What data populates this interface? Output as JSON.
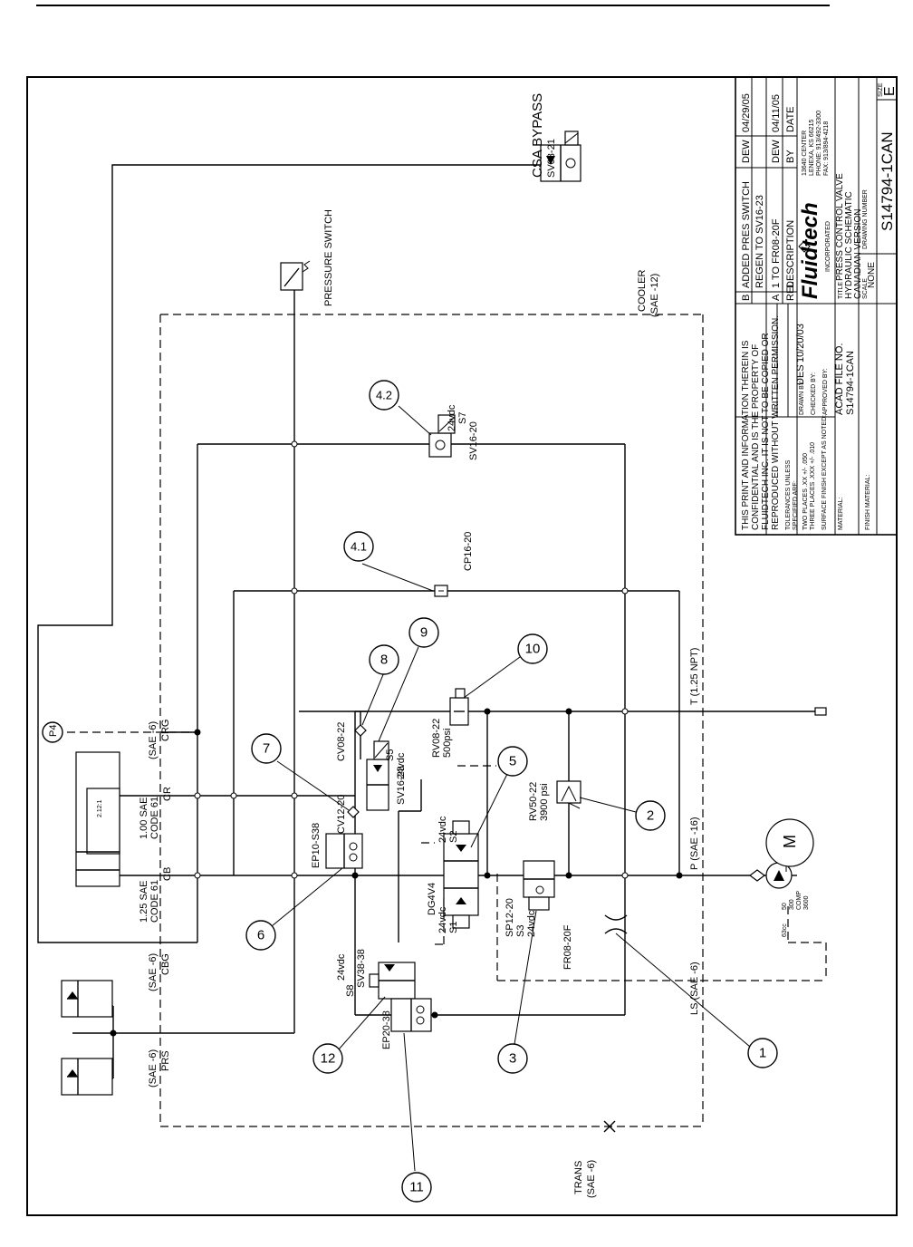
{
  "labels": {
    "csa_bypass": "CSA BYPASS",
    "sv08_21": "SV08-21",
    "pressure_switch": "PRESSURE SWITCH",
    "cooler": "COOLER",
    "cooler_sae": "(SAE -12)",
    "trans": "TRANS",
    "trans_sae": "(SAE -6)",
    "t_port": "T (1.25 NPT)",
    "p_port": "P (SAE -16)",
    "ls_port": "LS (SAE -6)",
    "p4": "P4",
    "cyl_ratio": "2.12:1",
    "crg_sae": "(SAE -6)",
    "crg": "CRG",
    "cr_size": "1.00 SAE",
    "cr_code": "CODE 61",
    "cr": "CR",
    "cb_size": "1.25 SAE",
    "cb_code": "CODE 61",
    "cb": "CB",
    "cbg_sae": "(SAE -6)",
    "cbg": "CBG",
    "prs_sae": "(SAE -6)",
    "prs": "PRS",
    "cp16_20": "CP16-20",
    "sv16_20": "SV16-20",
    "s7": "S7",
    "v24_a": "24vdc",
    "cv08_22": "CV08-22",
    "sv16_23": "SV16-23",
    "s5": "S5",
    "v24_b": "24vdc",
    "rv08_22": "RV08-22",
    "psi500": "500psi",
    "cv12_20": "CV12-20",
    "ep10_s38": "EP10-S38",
    "dg4v4": "DG4V4",
    "v24_c": "24vdc",
    "v24_d": "24vdc",
    "s1": "S1",
    "s2": "S2",
    "rv50_22": "RV50-22",
    "psi3900": "3900 psi",
    "sp12_20": "SP12-20",
    "s3": "S3",
    "v24_e": "24vdc",
    "fr08_20f": "FR08-20F",
    "sv38_38": "SV38-38",
    "s8": "S8",
    "v24_f": "24vdc",
    "ep20_38": "EP20-38",
    "pump_comp": "COMP",
    "pump_3600": "3600",
    "pump_50": "50",
    "pump_300": "300",
    "pump_63cc": "63cc",
    "motor": "M"
  },
  "callouts": [
    "1",
    "2",
    "3",
    "4.1",
    "4.2",
    "5",
    "6",
    "7",
    "8",
    "9",
    "10",
    "11",
    "12"
  ],
  "title_block": {
    "revisions": [
      {
        "rel": "B",
        "desc": "ADDED PRES SWITCH",
        "by": "DEW",
        "date": "04/29/05"
      },
      {
        "rel": "",
        "desc": "REGEN TO SV16-23",
        "by": "",
        "date": ""
      },
      {
        "rel": "A",
        "desc": "1 TO FR08-20F",
        "by": "DEW",
        "date": "04/11/05"
      }
    ],
    "hdr_rel": "REL",
    "hdr_desc": "DESCRIPTION",
    "hdr_by": "BY",
    "hdr_date": "DATE",
    "notice": [
      "THIS PRINT AND INFORMATION THEREIN IS",
      "CONFIDENTIAL AND IS THE PROPERTY OF",
      "FLUIDTECH INC.  IT IS NOT TO BE COPIED OR",
      "REPRODUCED WITHOUT WRITTEN PERMISSION."
    ],
    "tol1": "TOLERANCES UNLESS",
    "tol2": "SPECIFIED ARE:",
    "tol3": "TWO PLACES .XX +/- .050",
    "tol4": "THREE PLACES .XXX +/- .010",
    "surface": "SURFACE FINISH EXCEPT AS NOTED:",
    "material": "MATERIAL:",
    "finish": "FINISH MATERIAL:",
    "drawn_by": "DRAWN BY:",
    "des": "DES",
    "date_drawn": "10/20/03",
    "checked_by": "CHECKED BY:",
    "approved_by": "APPROVED BY:",
    "acad_file_no": "ACAD FILE NO.",
    "acad_file": "S14794-1CAN",
    "brand": "Fluidtech",
    "brand_sub": "INCORPORATED",
    "address": [
      "13640 CENTER",
      "LENEXA, KS  66215",
      "PHONE: 913/492-3300",
      "FAX: 913/894-4218"
    ],
    "title_label": "TITLE",
    "title": [
      "PRESS CONTROL VALVE",
      "HYDRAULIC SCHEMATIC",
      "CANADIAN VERSION"
    ],
    "scale_label": "SCALE",
    "scale": "NONE",
    "drawing_number_label": "DRAWING NUMBER",
    "drawing_number": "S14794-1CAN",
    "size_label": "SIZE",
    "size": "E"
  }
}
